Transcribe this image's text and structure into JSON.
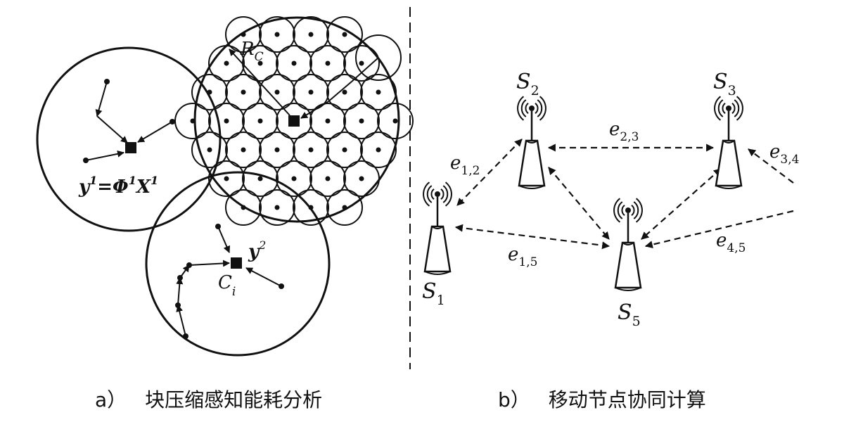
{
  "panel_a": {
    "caption_letter": "a）",
    "caption_text": "块压缩感知能耗分析",
    "label_rc": "R",
    "label_rc_sub": "C",
    "eq_y": "y",
    "eq_y_sup": "1",
    "eq_eq": "=",
    "eq_phi": "Φ",
    "eq_phi_sup": "1",
    "eq_x": "X",
    "eq_x_sup": "1",
    "label_y2": "y",
    "label_y2_sup": "2",
    "label_ci": "C",
    "label_ci_sub": "i"
  },
  "panel_b": {
    "caption_letter": "b）",
    "caption_text": "移动节点协同计算",
    "nodes": [
      {
        "name": "S",
        "sub": "1"
      },
      {
        "name": "S",
        "sub": "2"
      },
      {
        "name": "S",
        "sub": "3"
      },
      {
        "name": "S",
        "sub": "5"
      }
    ],
    "edges": [
      {
        "name": "e",
        "sub": "1,2"
      },
      {
        "name": "e",
        "sub": "2,3"
      },
      {
        "name": "e",
        "sub": "3,4"
      },
      {
        "name": "e",
        "sub": "1,5"
      },
      {
        "name": "e",
        "sub": "4,5"
      }
    ]
  }
}
